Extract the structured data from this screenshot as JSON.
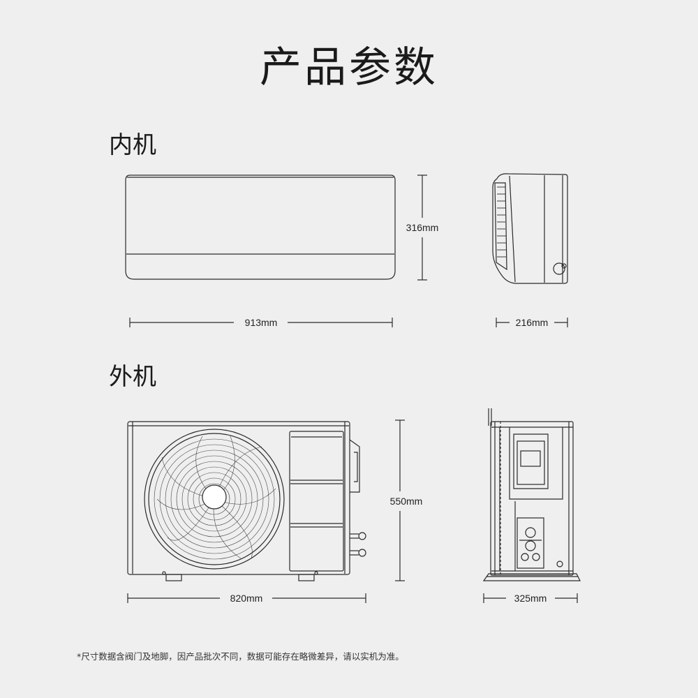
{
  "title": "产品参数",
  "indoor": {
    "label": "内机",
    "height": "316mm",
    "width": "913mm",
    "depth": "216mm"
  },
  "outdoor": {
    "label": "外机",
    "height": "550mm",
    "width": "820mm",
    "depth": "325mm"
  },
  "footnote": "*尺寸数据含阀门及地脚，因产品批次不同，数据可能存在略微差异，请以实机为准。"
}
